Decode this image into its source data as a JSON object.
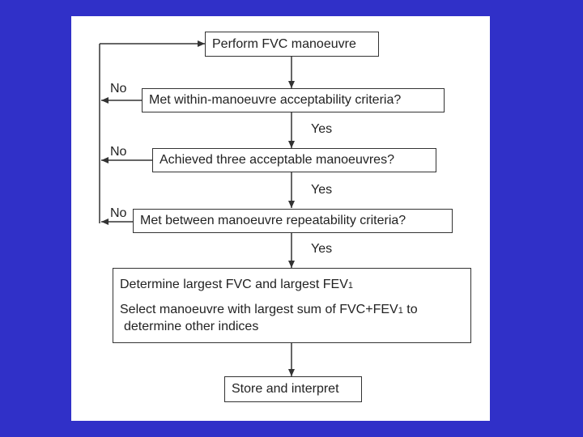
{
  "flowchart": {
    "start": "Perform FVC manoeuvre",
    "q1": "Met within-manoeuvre acceptability criteria?",
    "q2": "Achieved three acceptable manoeuvres?",
    "q3": "Met between manoeuvre repeatability criteria?",
    "determine_line1_a": "Determine largest FVC and largest FEV",
    "determine_line1_sub": "1",
    "determine_line2_a": "Select manoeuvre with largest sum of FVC+FEV",
    "determine_line2_sub": "1",
    "determine_line2_b": " to",
    "determine_line3": "determine other indices",
    "end": "Store and interpret",
    "yes_label": "Yes",
    "no_label": "No"
  },
  "colors": {
    "background": "#3030c8",
    "panel": "#ffffff",
    "line": "#333333"
  }
}
